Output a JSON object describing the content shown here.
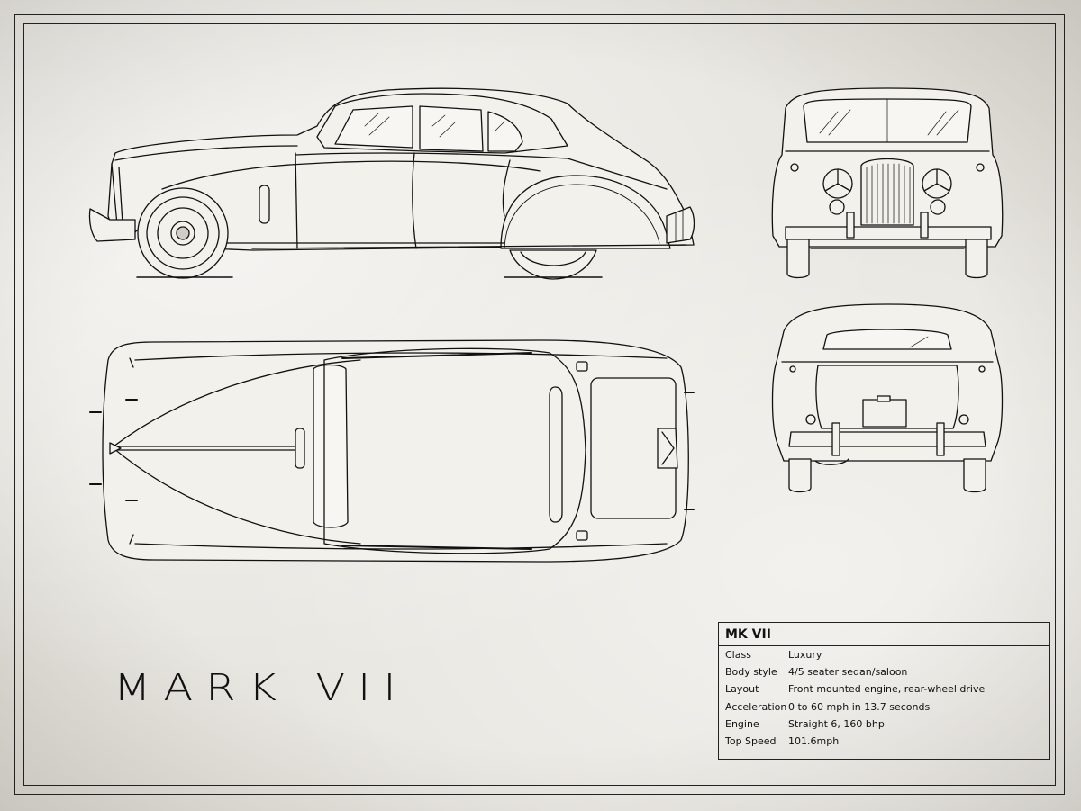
{
  "poster": {
    "title": "MARK VII",
    "spec_box": {
      "heading": "MK VII",
      "rows": [
        {
          "key": "Class",
          "value": "Luxury"
        },
        {
          "key": "Body style",
          "value": "4/5 seater sedan/saloon"
        },
        {
          "key": "Layout",
          "value": "Front mounted engine, rear-wheel drive"
        },
        {
          "key": "Acceleration",
          "value": "0 to 60 mph in 13.7 seconds"
        },
        {
          "key": "Engine",
          "value": "Straight 6, 160 bhp"
        },
        {
          "key": "Top Speed",
          "value": "101.6mph"
        }
      ]
    }
  },
  "colors": {
    "paper": "#e8e6e0",
    "ink": "#111111",
    "body_fill": "#f2f1ec"
  }
}
